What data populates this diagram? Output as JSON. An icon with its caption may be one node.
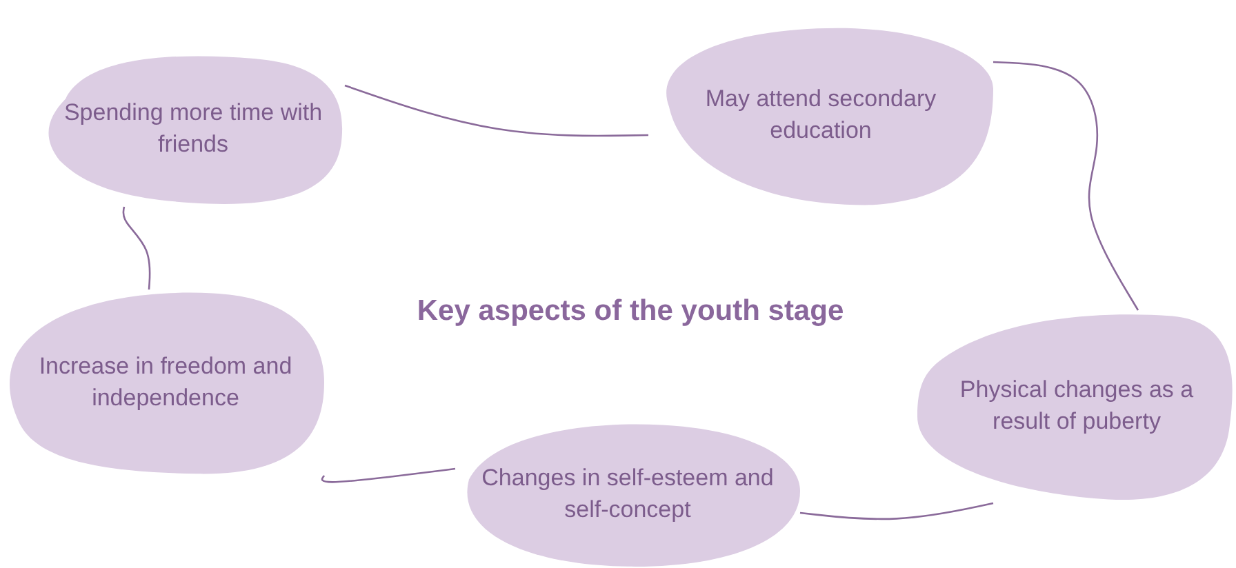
{
  "diagram": {
    "title": "Key aspects of the youth stage",
    "nodes": [
      {
        "text": [
          "Spending more time with friends"
        ]
      },
      {
        "text": [
          "May attend secondary education"
        ]
      },
      {
        "text": [
          "Physical changes as a result of puberty"
        ]
      },
      {
        "text": [
          "Changes in self-esteem and self-concept"
        ]
      },
      {
        "text": [
          "Increase in freedom and independence"
        ]
      }
    ],
    "edges": [
      {
        "from": 0,
        "to": 1,
        "arrow": "none"
      },
      {
        "from": 1,
        "to": 2,
        "arrow": "none"
      },
      {
        "from": 2,
        "to": 3,
        "arrow": "none"
      },
      {
        "from": 3,
        "to": 4,
        "arrow": "none"
      },
      {
        "from": 4,
        "to": 0,
        "arrow": "none"
      }
    ]
  }
}
